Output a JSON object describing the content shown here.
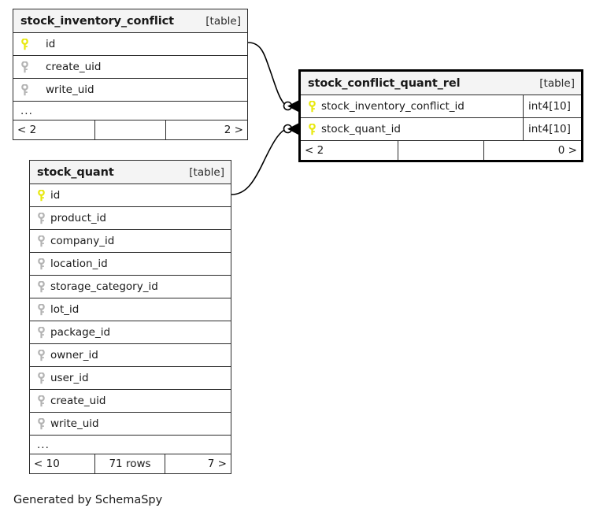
{
  "diagram": {
    "generator_caption": "Generated by SchemaSpy",
    "kind_label": "[table]",
    "ellipsis": "...",
    "colors": {
      "primary_key": "#e8e80e",
      "foreign_key": "#b3b3b3",
      "header_background": "#f4f4f4",
      "border": "#2b2b2b",
      "emphasis_border": "#000000",
      "canvas": "#ffffff",
      "text": "#1a1a1a"
    }
  },
  "tables": [
    {
      "id": "stock_inventory_conflict",
      "name": "stock_inventory_conflict",
      "kind": "[table]",
      "emphasis": false,
      "columns": [
        {
          "name": "id",
          "key": "primary",
          "indented": true,
          "type": ""
        },
        {
          "name": "create_uid",
          "key": "foreign",
          "indented": true,
          "type": ""
        },
        {
          "name": "write_uid",
          "key": "foreign",
          "indented": true,
          "type": ""
        }
      ],
      "has_more": true,
      "footer": {
        "left": "< 2",
        "center": "",
        "right": "2 >"
      }
    },
    {
      "id": "stock_conflict_quant_rel",
      "name": "stock_conflict_quant_rel",
      "kind": "[table]",
      "emphasis": true,
      "columns": [
        {
          "name": "stock_inventory_conflict_id",
          "key": "primary",
          "indented": false,
          "type": "int4[10]"
        },
        {
          "name": "stock_quant_id",
          "key": "primary",
          "indented": false,
          "type": "int4[10]"
        }
      ],
      "has_more": false,
      "footer": {
        "left": "< 2",
        "center": "",
        "right": "0 >"
      }
    },
    {
      "id": "stock_quant",
      "name": "stock_quant",
      "kind": "[table]",
      "emphasis": false,
      "columns": [
        {
          "name": "id",
          "key": "primary",
          "indented": false,
          "type": ""
        },
        {
          "name": "product_id",
          "key": "foreign",
          "indented": false,
          "type": ""
        },
        {
          "name": "company_id",
          "key": "foreign",
          "indented": false,
          "type": ""
        },
        {
          "name": "location_id",
          "key": "foreign",
          "indented": false,
          "type": ""
        },
        {
          "name": "storage_category_id",
          "key": "foreign",
          "indented": false,
          "type": ""
        },
        {
          "name": "lot_id",
          "key": "foreign",
          "indented": false,
          "type": ""
        },
        {
          "name": "package_id",
          "key": "foreign",
          "indented": false,
          "type": ""
        },
        {
          "name": "owner_id",
          "key": "foreign",
          "indented": false,
          "type": ""
        },
        {
          "name": "user_id",
          "key": "foreign",
          "indented": false,
          "type": ""
        },
        {
          "name": "create_uid",
          "key": "foreign",
          "indented": false,
          "type": ""
        },
        {
          "name": "write_uid",
          "key": "foreign",
          "indented": false,
          "type": ""
        }
      ],
      "has_more": true,
      "footer": {
        "left": "< 10",
        "center": "71 rows",
        "right": "7 >"
      }
    }
  ],
  "relationships": [
    {
      "id": "edge-conflict-to-rel",
      "from_table": "stock_inventory_conflict",
      "from_column": "id",
      "to_table": "stock_conflict_quant_rel",
      "to_column": "stock_inventory_conflict_id",
      "source_marker": "none",
      "target_marker": "crow-foot-optional"
    },
    {
      "id": "edge-quant-to-rel",
      "from_table": "stock_quant",
      "from_column": "id",
      "to_table": "stock_conflict_quant_rel",
      "to_column": "stock_quant_id",
      "source_marker": "none",
      "target_marker": "crow-foot-optional"
    }
  ]
}
